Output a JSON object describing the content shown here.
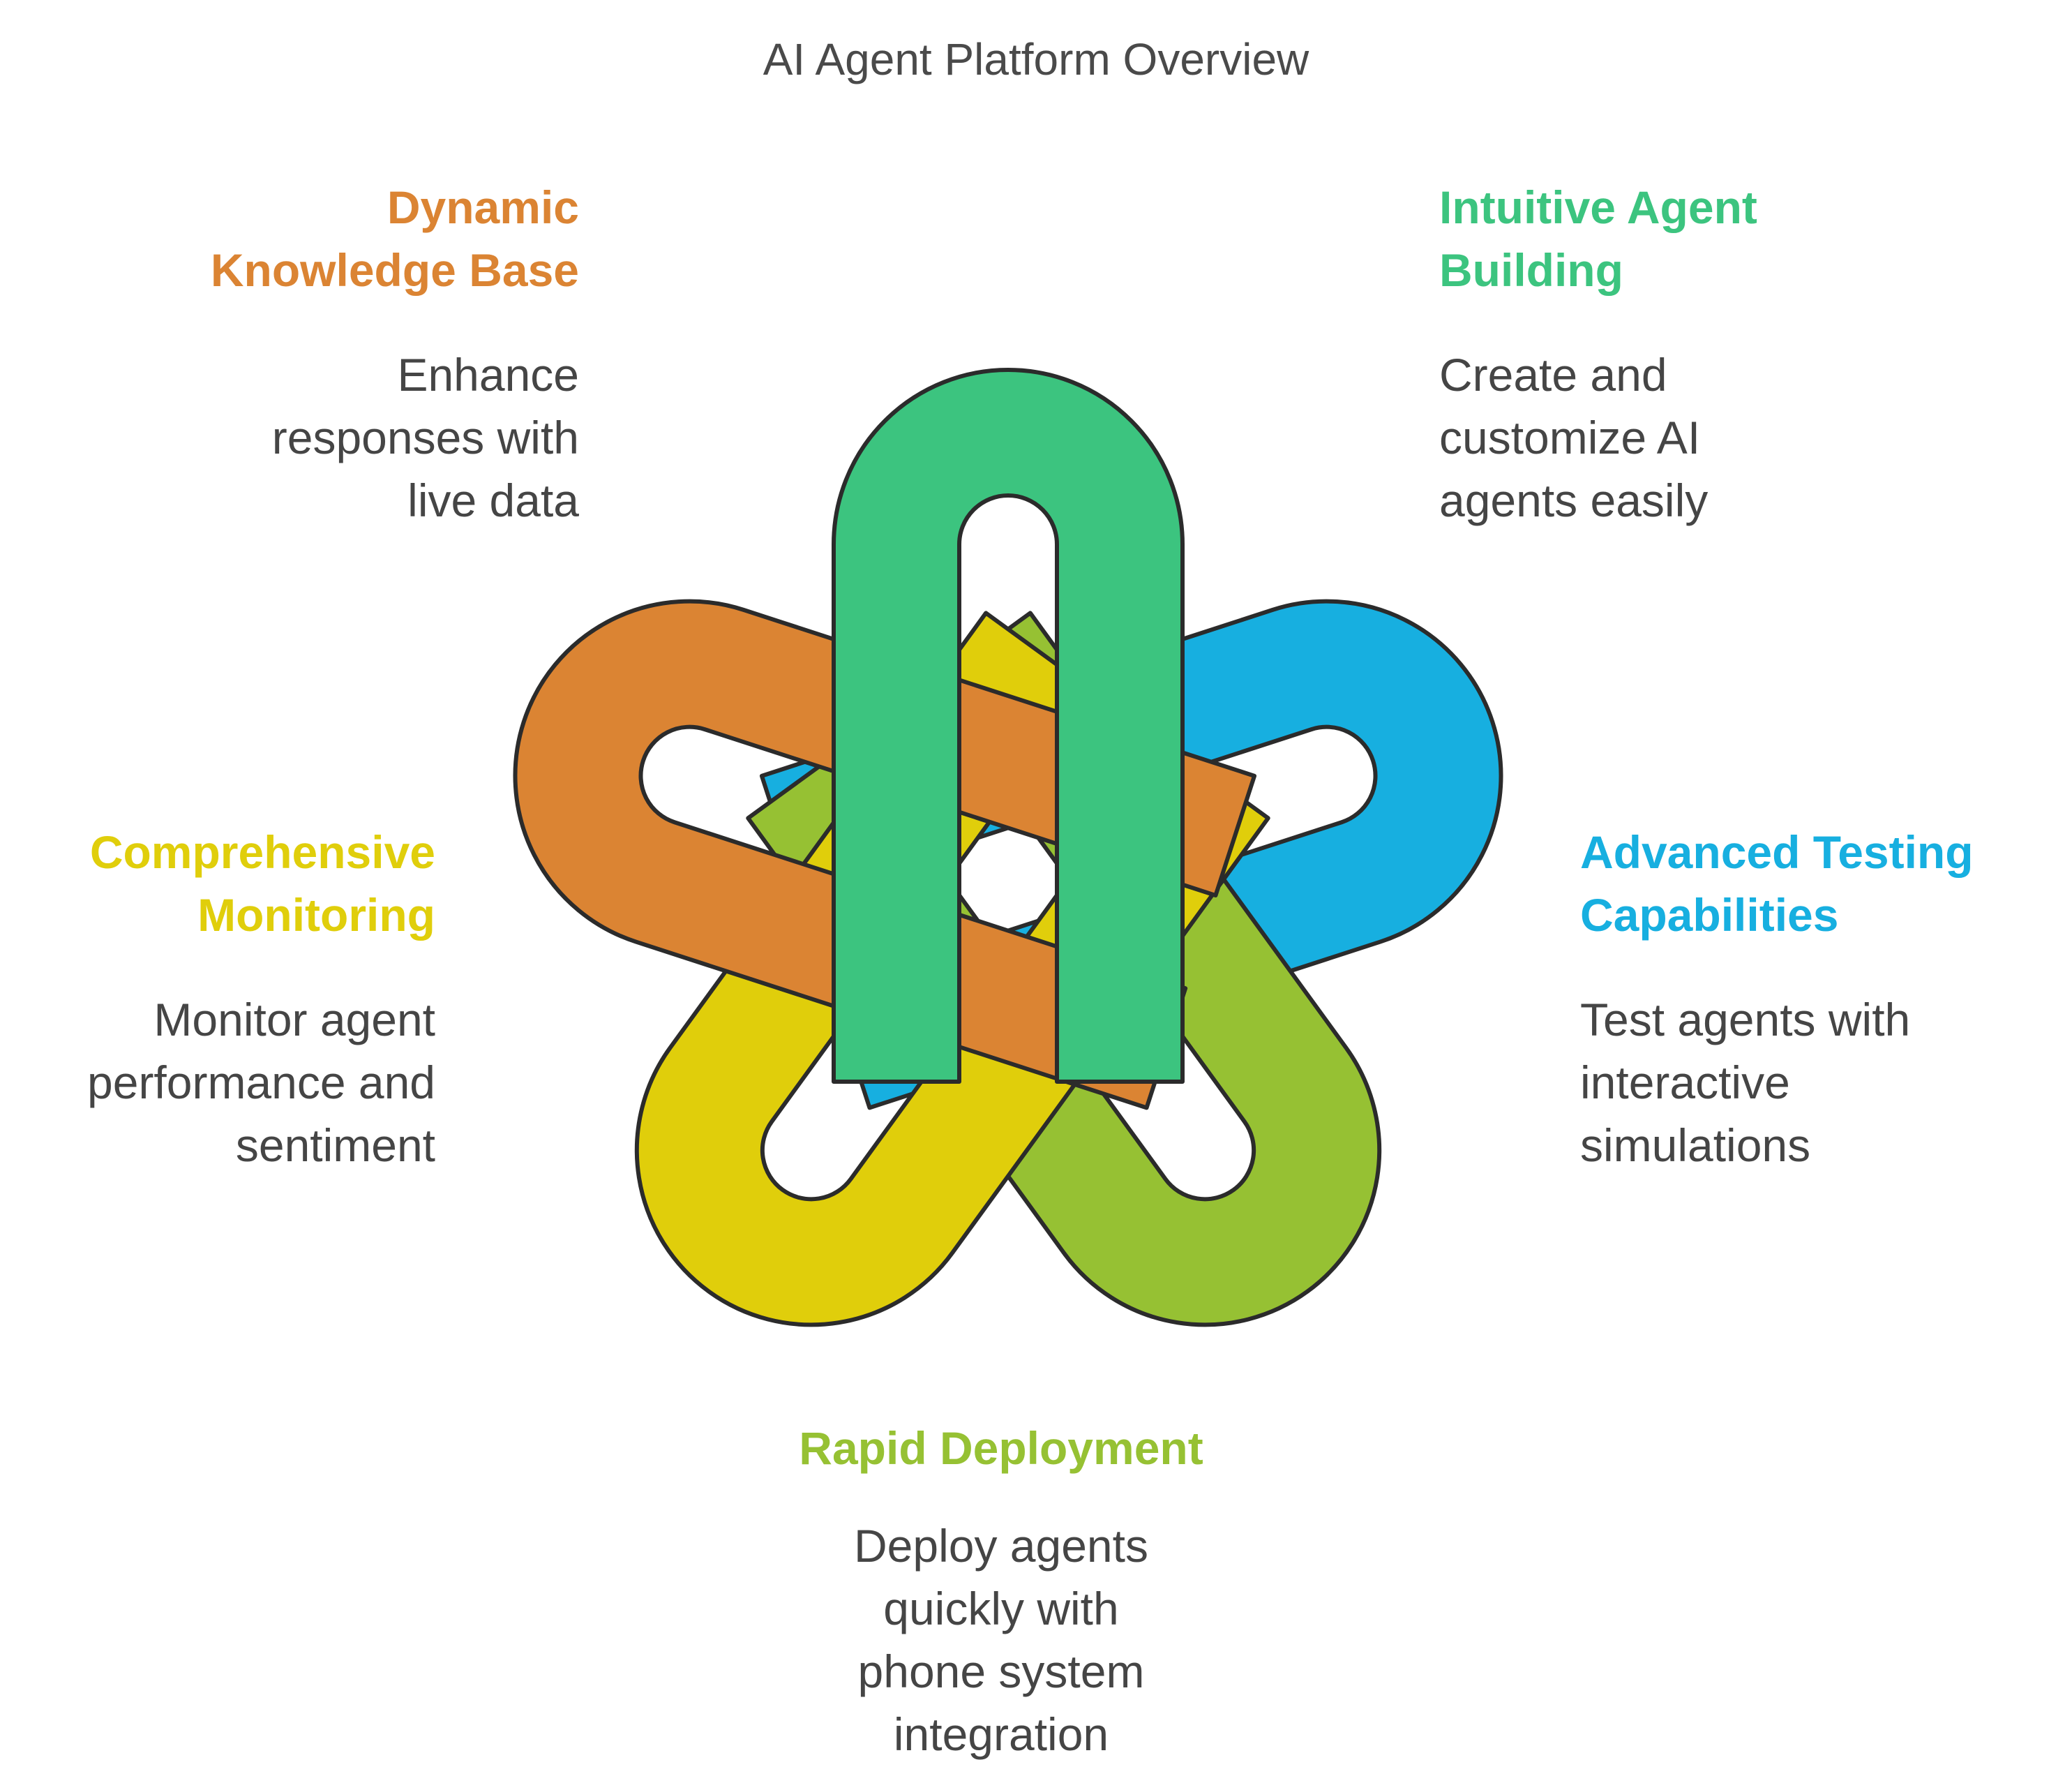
{
  "title": "AI Agent Platform Overview",
  "colors": {
    "orange": "#DB8433",
    "green": "#3CC47F",
    "blue": "#17AFE0",
    "lime": "#96C133",
    "yellow": "#E0CE0B",
    "text": "#454545",
    "outline": "#2b2b2b"
  },
  "items": [
    {
      "heading_line1": "Dynamic",
      "heading_line2": "Knowledge Base",
      "desc_line1": "Enhance",
      "desc_line2": "responses with",
      "desc_line3": "live data"
    },
    {
      "heading_line1": "Intuitive Agent",
      "heading_line2": "Building",
      "desc_line1": "Create and",
      "desc_line2": "customize AI",
      "desc_line3": "agents easily"
    },
    {
      "heading_line1": "Comprehensive",
      "heading_line2": "Monitoring",
      "desc_line1": "Monitor agent",
      "desc_line2": "performance and",
      "desc_line3": "sentiment"
    },
    {
      "heading_line1": "Advanced Testing",
      "heading_line2": "Capabilities",
      "desc_line1": "Test agents with",
      "desc_line2": "interactive",
      "desc_line3": "simulations"
    },
    {
      "heading_line1": "Rapid Deployment",
      "desc_line1": "Deploy agents",
      "desc_line2": "quickly with",
      "desc_line3": "phone system",
      "desc_line4": "integration"
    }
  ]
}
